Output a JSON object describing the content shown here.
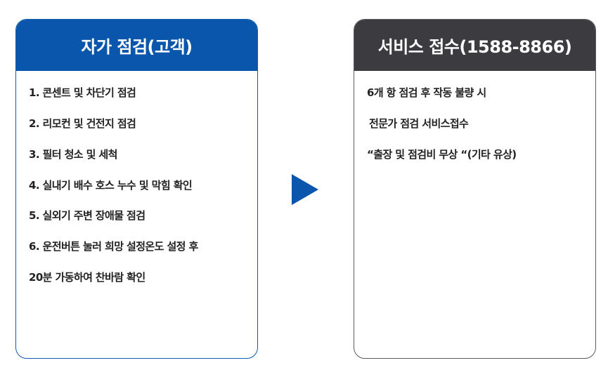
{
  "self_check": {
    "title": "자가  점검(고객)",
    "items": [
      "1. 콘센트 및 차단기 점검",
      "2. 리모컨 및 건전지 점검",
      "3. 필터 청소 및 세척",
      "4. 실내기 배수 호스 누수 및  막힘 확인",
      "5. 실외기 주변  장애물 점검",
      "6. 운전버튼 눌러 희망 설정온도 설정 후",
      "20분 가동하여 찬바람 확인"
    ]
  },
  "service": {
    "title": "서비스 접수(1588-8866)",
    "items": [
      "6개 항 점검 후 작동 불량 시",
      "전문가 점검 서비스접수",
      "“출장 및 점검비 무상 “(기타 유상)"
    ]
  },
  "arrow_icon": "play-triangle-icon",
  "colors": {
    "blue": "#0b56ad",
    "dark": "#3c3b40"
  }
}
